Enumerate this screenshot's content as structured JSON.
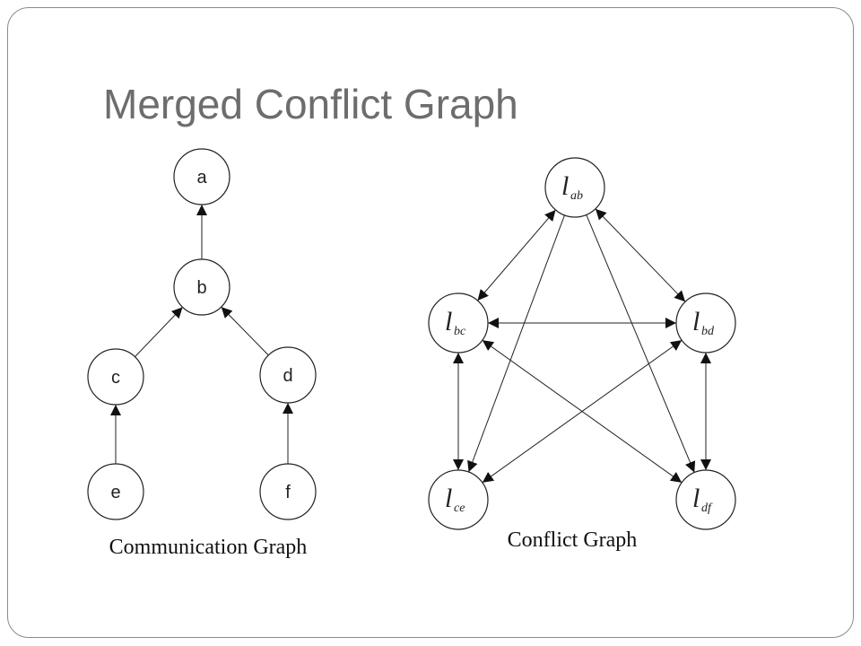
{
  "slide": {
    "title": "Merged Conflict Graph"
  },
  "communication_graph": {
    "caption": "Communication Graph",
    "nodes": [
      "a",
      "b",
      "c",
      "d",
      "e",
      "f"
    ],
    "edges": [
      [
        "b",
        "a"
      ],
      [
        "c",
        "b"
      ],
      [
        "d",
        "b"
      ],
      [
        "e",
        "c"
      ],
      [
        "f",
        "d"
      ]
    ]
  },
  "conflict_graph": {
    "caption": "Conflict Graph",
    "nodes": [
      {
        "id": "ab",
        "main": "l",
        "sub": "ab"
      },
      {
        "id": "bc",
        "main": "l",
        "sub": "bc"
      },
      {
        "id": "bd",
        "main": "l",
        "sub": "bd"
      },
      {
        "id": "ce",
        "main": "l",
        "sub": "ce"
      },
      {
        "id": "df",
        "main": "l",
        "sub": "df"
      }
    ],
    "edges": [
      {
        "from": "ab",
        "to": "bc",
        "dir": "both"
      },
      {
        "from": "ab",
        "to": "bd",
        "dir": "both"
      },
      {
        "from": "ab",
        "to": "ce",
        "dir": "forward"
      },
      {
        "from": "ab",
        "to": "df",
        "dir": "forward"
      },
      {
        "from": "bc",
        "to": "bd",
        "dir": "both"
      },
      {
        "from": "bc",
        "to": "ce",
        "dir": "both"
      },
      {
        "from": "bc",
        "to": "df",
        "dir": "both"
      },
      {
        "from": "bd",
        "to": "ce",
        "dir": "both"
      },
      {
        "from": "bd",
        "to": "df",
        "dir": "both"
      }
    ]
  }
}
